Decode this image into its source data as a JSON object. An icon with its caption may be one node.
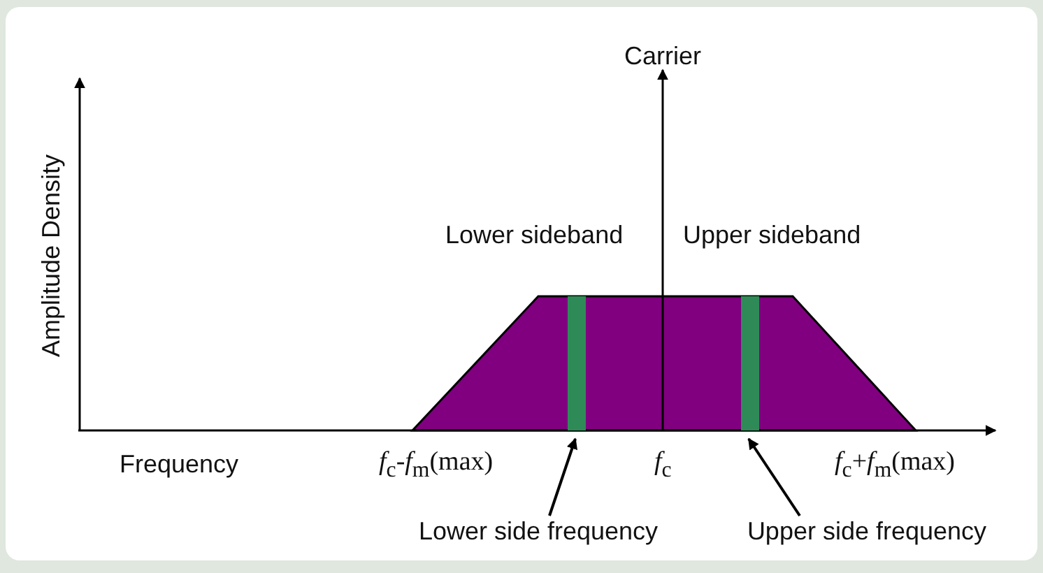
{
  "diagram": {
    "nodes": [
      {
        "text": [],
        "shape": "bar"
      },
      {
        "text": [],
        "shape": "bar"
      },
      {
        "text": [
          "Lower side frequency"
        ]
      },
      {
        "text": [
          "Upper side frequency"
        ]
      }
    ],
    "edges": [
      {
        "from": 2,
        "to": 0,
        "arrow": "to"
      },
      {
        "from": 3,
        "to": 1,
        "arrow": "to"
      }
    ],
    "labels": [
      "Carrier",
      "Amplitude Density",
      "Lower sideband",
      "Upper sideband",
      "Frequency",
      "*f*$_{c}$-*f*$_{m}$(max)",
      "*f*$_{c}$",
      "*f*$_{c}$+*f*$_{m}$(max)"
    ]
  }
}
